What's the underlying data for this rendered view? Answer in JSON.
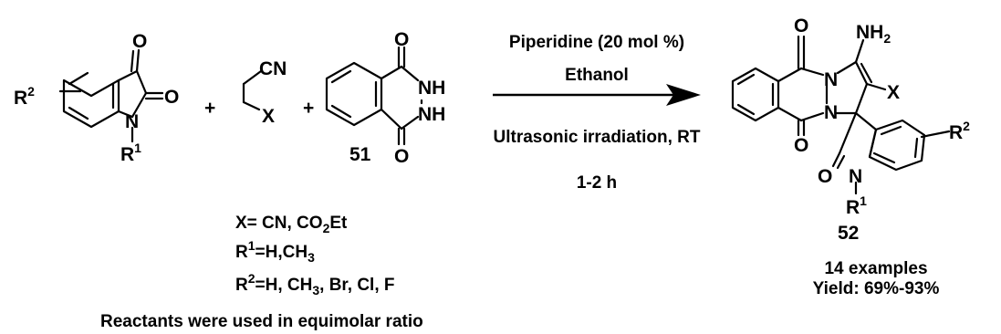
{
  "reactant1": {
    "atoms": {
      "o_top": "O",
      "o_right": "O",
      "n": "N"
    },
    "r2": "R",
    "r2_sup": "2",
    "r1": "R",
    "r1_sup": "1"
  },
  "plus": "+",
  "reactant2": {
    "cn": "CN",
    "x": "X"
  },
  "reactant3": {
    "atoms": {
      "o_top": "O",
      "o_bottom": "O",
      "nh_top": "NH",
      "nh_bottom": "NH"
    },
    "label": "51"
  },
  "conditions": {
    "catalyst": "Piperidine (20 mol %)",
    "solvent": "Ethanol",
    "energy": "Ultrasonic irradiation, RT",
    "time": "1-2 h"
  },
  "product": {
    "atoms": {
      "o_top": "O",
      "o_bottom": "O",
      "o_spiro": "O",
      "n_a": "N",
      "n_b": "N",
      "n_indole": "N",
      "x": "X"
    },
    "nh2": "NH",
    "nh2_sub": "2",
    "r2": "R",
    "r2_sup": "2",
    "r1": "R",
    "r1_sup": "1",
    "label": "52",
    "examples": "14 examples",
    "yield": "Yield: 69%-93%"
  },
  "substituents": {
    "x_line": {
      "a": "X= CN, CO",
      "a_sub": "2",
      "b": "Et"
    },
    "r1_line": {
      "r": "R",
      "sup": "1",
      "text": "=H,CH",
      "sub": "3"
    },
    "r2_line": {
      "r": "R",
      "sup": "2",
      "a": "=H, CH",
      "sub": "3",
      "b": ", Br, Cl, F"
    }
  },
  "note": "Reactants were used in equimolar ratio"
}
